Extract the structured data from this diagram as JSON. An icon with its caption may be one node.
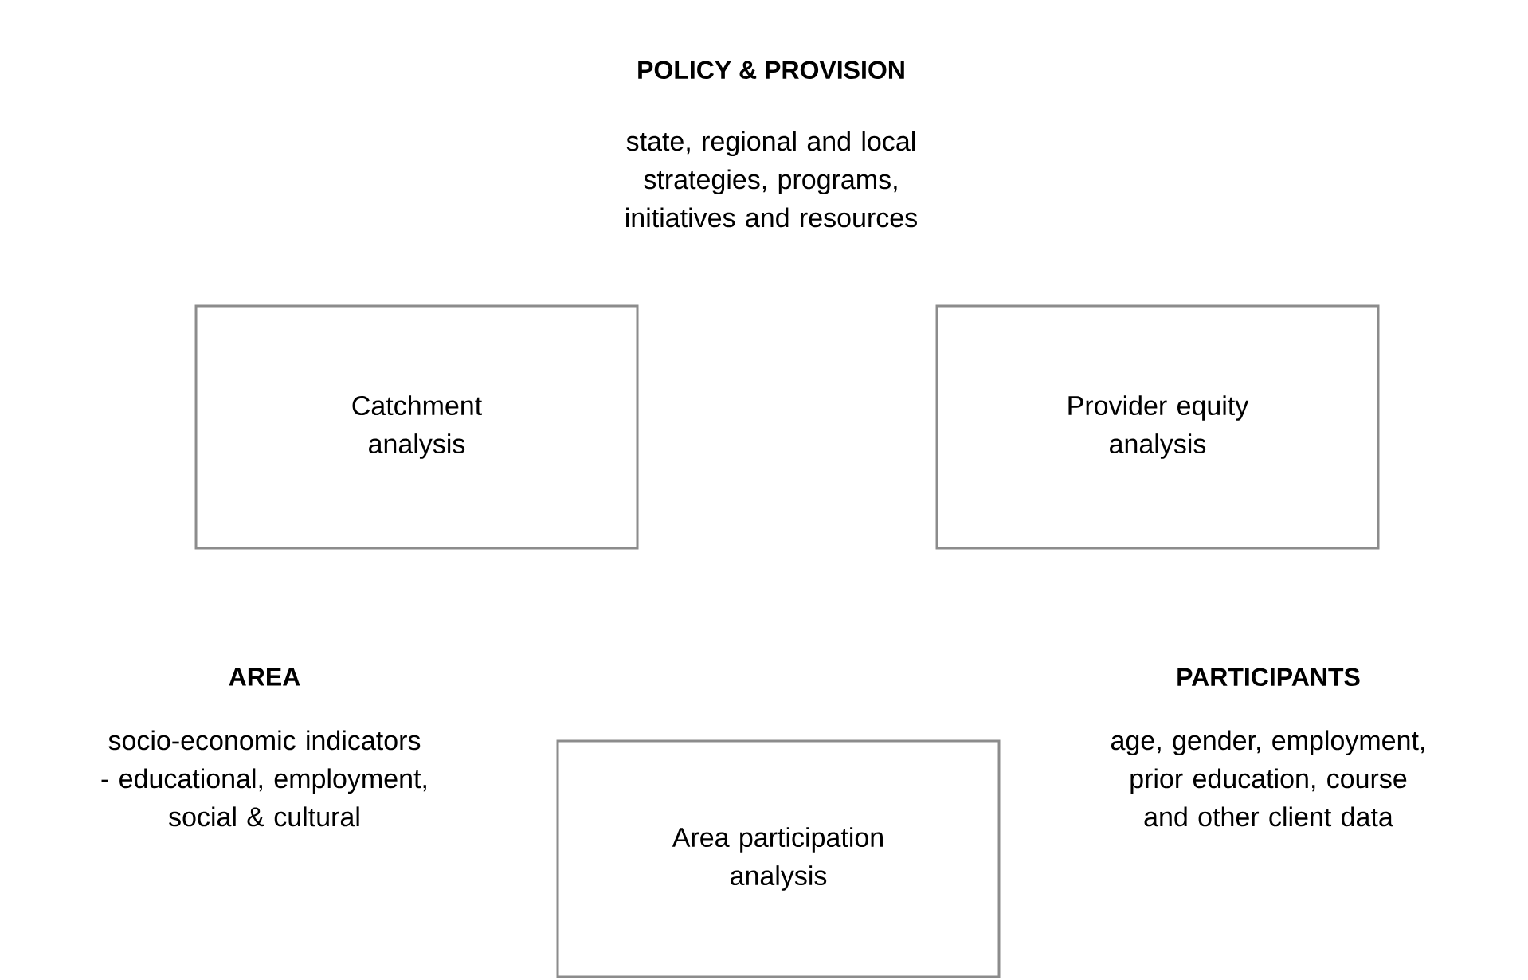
{
  "diagram": {
    "nodes": [
      {
        "text": [
          "Catchment analysis"
        ]
      },
      {
        "text": [
          "Provider equity analysis"
        ]
      },
      {
        "text": [
          "Area participation analysis"
        ]
      }
    ],
    "labels": [
      "POLICY & PROVISION",
      "state, regional and local strategies, programs, initiatives and resources",
      "AREA",
      "PARTICIPANTS",
      "socio-economic indicators - educational, employment, social & cultural",
      "age, gender, employment, prior education, course and other client data"
    ]
  }
}
